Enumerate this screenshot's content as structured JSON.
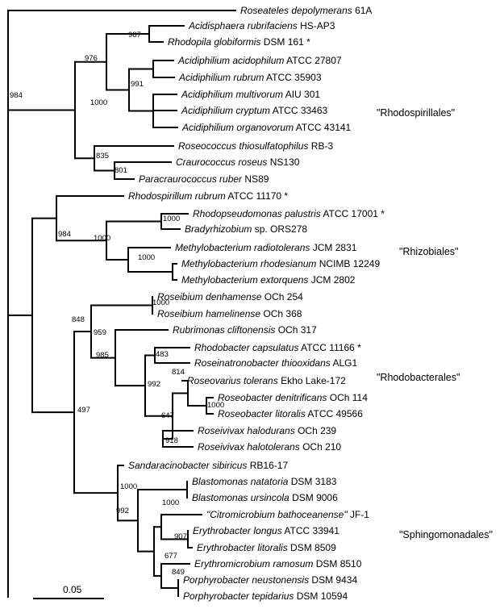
{
  "taxa": [
    {
      "genus": "Roseateles depolymerans",
      "strain": " 61A",
      "star": ""
    },
    {
      "genus": "Acidisphaera rubrifaciens",
      "strain": " HS-AP3",
      "star": ""
    },
    {
      "genus": "Rhodopila globiformis",
      "strain": " DSM 161",
      "star": "*"
    },
    {
      "genus": "Acidiphilium acidophilum",
      "strain": " ATCC 27807",
      "star": ""
    },
    {
      "genus": "Acidiphilium rubrum",
      "strain": " ATCC 35903",
      "star": ""
    },
    {
      "genus": "Acidiphilium multivorum",
      "strain": " AIU 301",
      "star": ""
    },
    {
      "genus": "Acidiphilium cryptum",
      "strain": " ATCC 33463",
      "star": ""
    },
    {
      "genus": "Acidiphilium organovorum",
      "strain": " ATCC 43141",
      "star": ""
    },
    {
      "genus": "Roseococcus thiosulfatophilus",
      "strain": " RB-3",
      "star": ""
    },
    {
      "genus": "Craurococcus roseus",
      "strain": " NS130",
      "star": ""
    },
    {
      "genus": "Paracraurococcus ruber",
      "strain": " NS89",
      "star": ""
    },
    {
      "genus": "Rhodospirillum rubrum",
      "strain": " ATCC 11170",
      "star": "*"
    },
    {
      "genus": "Rhodopseudomonas palustris",
      "strain": " ATCC 17001",
      "star": "*"
    },
    {
      "genus": "Bradyrhizobium",
      "strain": " sp. ORS278",
      "star": ""
    },
    {
      "genus": "Methylobacterium radiotolerans",
      "strain": " JCM 2831",
      "star": ""
    },
    {
      "genus": "Methylobacterium rhodesianum",
      "strain": " NCIMB 12249",
      "star": ""
    },
    {
      "genus": "Methylobacterium extorquens",
      "strain": " JCM 2802",
      "star": ""
    },
    {
      "genus": "Roseibium denhamense",
      "strain": " OCh 254",
      "star": ""
    },
    {
      "genus": "Roseibium hamelinense",
      "strain": " OCh 368",
      "star": ""
    },
    {
      "genus": "Rubrimonas cliftonensis",
      "strain": " OCh 317",
      "star": ""
    },
    {
      "genus": "Rhodobacter capsulatus",
      "strain": " ATCC 11166",
      "star": "*"
    },
    {
      "genus": "Roseinatronobacter thiooxidans",
      "strain": " ALG1",
      "star": ""
    },
    {
      "genus": "Roseovarius tolerans",
      "strain": " Ekho Lake-172",
      "star": ""
    },
    {
      "genus": "Roseobacter denitrificans",
      "strain": " OCh 114",
      "star": ""
    },
    {
      "genus": "Roseobacter litoralis",
      "strain": " ATCC 49566",
      "star": ""
    },
    {
      "genus": "Roseivivax halodurans",
      "strain": " OCh 239",
      "star": ""
    },
    {
      "genus": "Roseivivax halotolerans",
      "strain": " OCh 210",
      "star": ""
    },
    {
      "genus": "Sandaracinobacter sibiricus",
      "strain": " RB16-17",
      "star": ""
    },
    {
      "genus": "Blastomonas natatoria",
      "strain": " DSM 3183",
      "star": ""
    },
    {
      "genus": "Blastomonas ursincola",
      "strain": " DSM 9006",
      "star": ""
    },
    {
      "genus": "\"Citromicrobium bathoceanense\"",
      "strain": " JF-1",
      "star": ""
    },
    {
      "genus": "Erythrobacter longus",
      "strain": " ATCC 33941",
      "star": ""
    },
    {
      "genus": "Erythrobacter litoralis",
      "strain": " DSM 8509",
      "star": ""
    },
    {
      "genus": "Erythromicrobium ramosum",
      "strain": " DSM 8510",
      "star": ""
    },
    {
      "genus": "Porphyrobacter neustonensis",
      "strain": " DSM 9434",
      "star": ""
    },
    {
      "genus": "Porphyrobacter tepidarius",
      "strain": " DSM 10594",
      "star": ""
    }
  ],
  "bootstrap": [
    "984",
    "987",
    "976",
    "991",
    "1000",
    "835",
    "801",
    "984",
    "1000",
    "1000",
    "1000",
    "848",
    "959",
    "1000",
    "985",
    "483",
    "992",
    "814",
    "1000",
    "647",
    "918",
    "497",
    "1000",
    "992",
    "1000",
    "907",
    "677",
    "849"
  ],
  "groups": [
    "\"Rhodospirillales\"",
    "\"Rhizobiales\"",
    "\"Rhodobacterales\"",
    "\"Sphingomonadales\""
  ],
  "scale_label": "0.05"
}
